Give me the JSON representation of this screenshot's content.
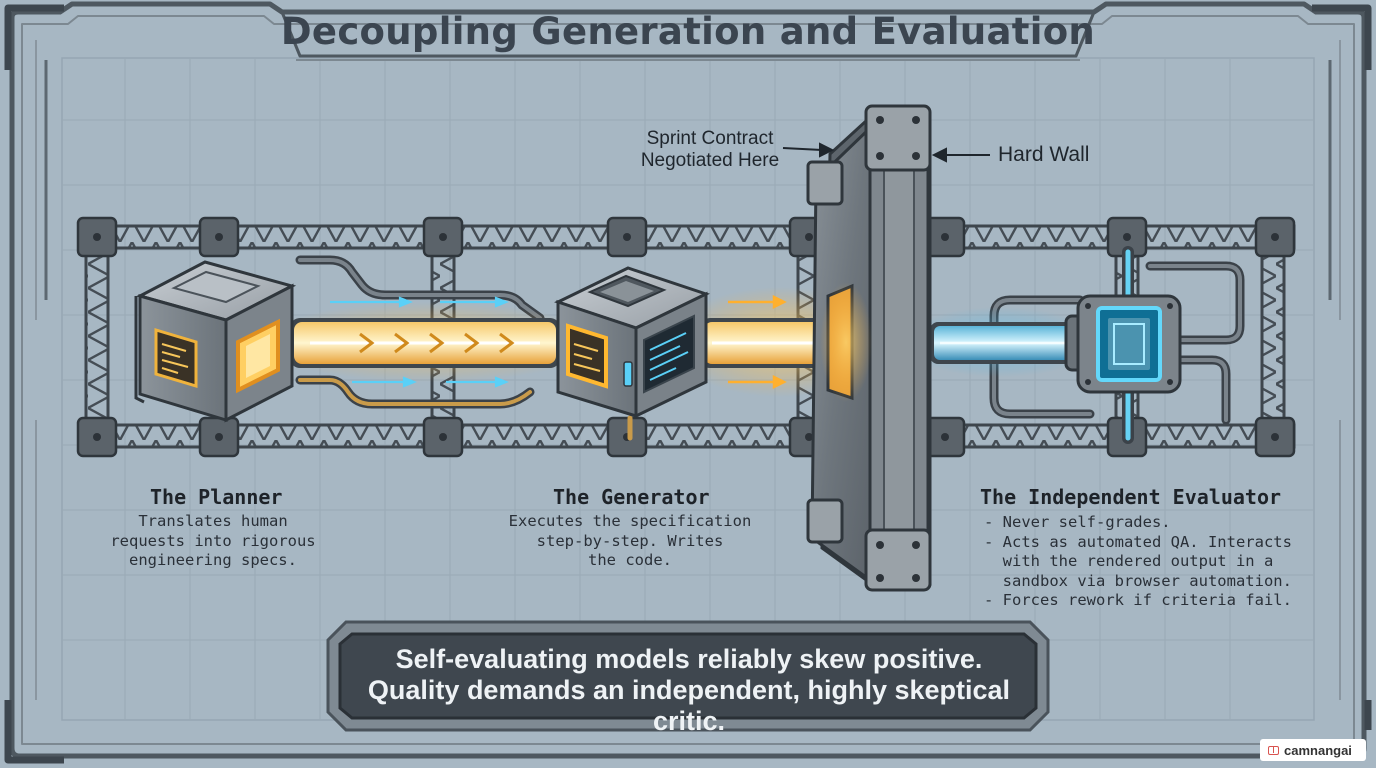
{
  "title": "Decoupling Generation and Evaluation",
  "callouts": {
    "sprint_contract": [
      "Sprint Contract",
      "Negotiated Here"
    ],
    "hard_wall": "Hard Wall"
  },
  "nodes": {
    "planner": {
      "title": "The Planner",
      "description": [
        "Translates human",
        "requests into rigorous",
        "engineering specs."
      ]
    },
    "generator": {
      "title": "The Generator",
      "description": [
        "Executes the specification",
        "step-by-step. Writes",
        "the code."
      ]
    },
    "evaluator": {
      "title": "The Independent Evaluator",
      "bullets": [
        "- Never self-grades.",
        "- Acts as automated QA. Interacts",
        "  with the rendered output in a",
        "  sandbox via browser automation.",
        "- Forces rework if criteria fail."
      ]
    }
  },
  "banner": {
    "lines": [
      "Self-evaluating models reliably skew positive.",
      "Quality demands an independent, highly skeptical critic."
    ]
  },
  "badge": {
    "label": "camnangai"
  },
  "colors": {
    "background": "#a7b7c3",
    "title": "#3b4550",
    "frame": "#5a646e",
    "amber_glow": "#ffbe3a",
    "cyan_glow": "#42c8f5",
    "banner": "#3f474f"
  }
}
